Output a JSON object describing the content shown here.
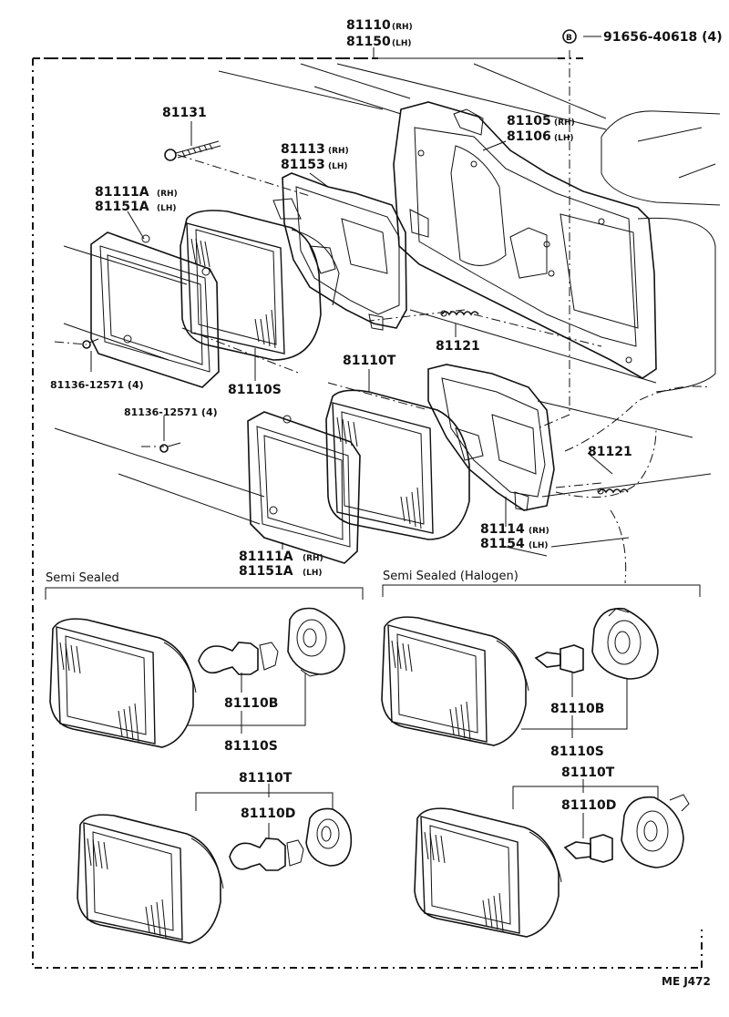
{
  "labels": {
    "p81110": "81110",
    "p81110_rh": "(RH)",
    "p81150": "81150",
    "p81150_lh": "(LH)",
    "bolt_code": "91656-40618 (4)",
    "bolt_symbol": "B",
    "p81131": "81131",
    "p81113": "81113",
    "p81113_rh": "(RH)",
    "p81153": "81153",
    "p81153_lh": "(LH)",
    "p81105": "81105",
    "p81105_rh": "(RH)",
    "p81106": "81106",
    "p81106_lh": "(LH)",
    "p81111a_top": "81111A",
    "p81111a_top_rh": "(RH)",
    "p81151a_top": "81151A",
    "p81151a_top_lh": "(LH)",
    "p81121_a": "81121",
    "p81136_a": "81136-12571 (4)",
    "p81110s_top": "81110S",
    "p81110t_top": "81110T",
    "p81136_b": "81136-12571 (4)",
    "p81121_b": "81121",
    "p81114": "81114",
    "p81114_rh": "(RH)",
    "p81154": "81154",
    "p81154_lh": "(LH)",
    "p81111a_bot": "81111A",
    "p81111a_bot_rh": "(RH)",
    "p81151a_bot": "81151A",
    "p81151a_bot_lh": "(LH)",
    "semi_sealed": "Semi Sealed",
    "semi_sealed_halogen": "Semi Sealed (Halogen)",
    "l_81110b": "81110B",
    "l_81110s": "81110S",
    "l_81110t": "81110T",
    "l_81110d": "81110D",
    "r_81110b": "81110B",
    "r_81110s": "81110S",
    "r_81110t": "81110T",
    "r_81110d": "81110D",
    "footer": "ME J472"
  }
}
